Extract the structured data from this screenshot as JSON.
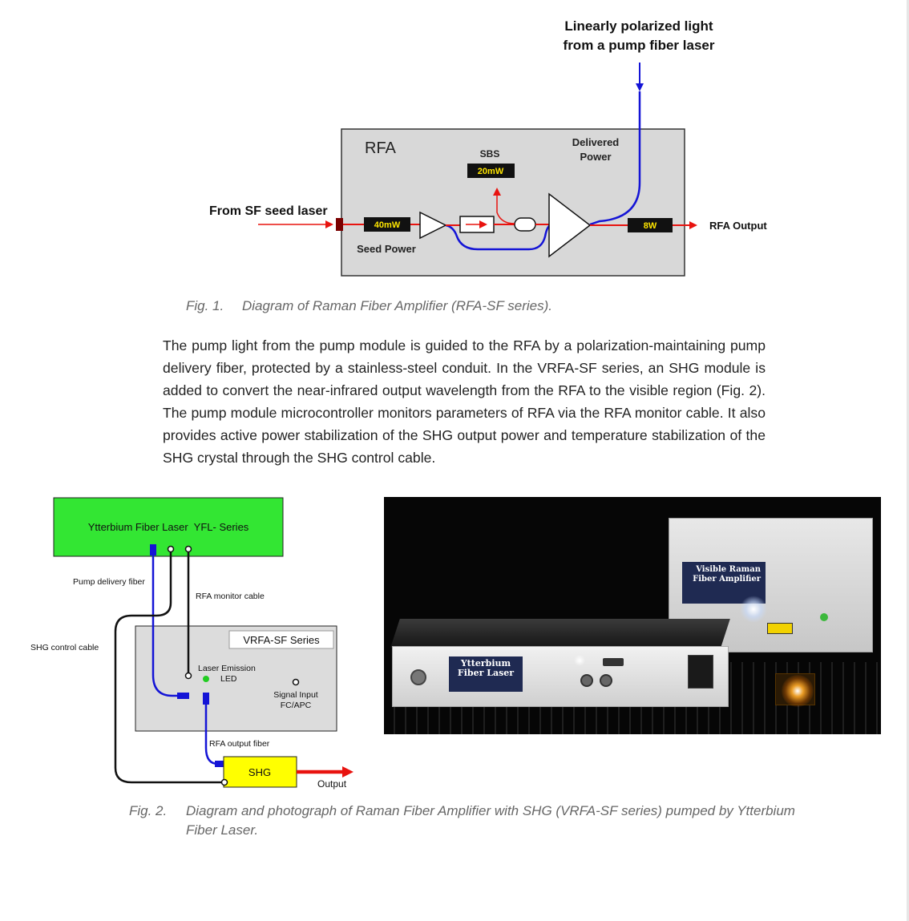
{
  "fig1": {
    "pump_label_line1": "Linearly polarized light",
    "pump_label_line2": "from a pump fiber laser",
    "box_title": "RFA",
    "sbs_label": "SBS",
    "sbs_value": "20mW",
    "delivered_line1": "Delivered",
    "delivered_line2": "Power",
    "seed_source_label": "From SF seed laser",
    "seed_value": "40mW",
    "seed_power_label": "Seed Power",
    "output_value": "8W",
    "output_label": "RFA Output",
    "caption_number": "Fig. 1.",
    "caption_text": "Diagram of Raman Fiber Amplifier (RFA-SF series)."
  },
  "body_paragraph": "The pump light from the pump module is guided to the RFA by a polarization-maintaining pump delivery fiber, protected by a stainless-steel conduit. In the VRFA-SF series, an SHG module is added to convert the near-infrared output wavelength from the RFA to the visible region (Fig. 2). The pump module microcontroller monitors parameters of RFA via the RFA monitor cable. It also provides active power stabilization of the SHG output power and temperature stabilization of the SHG crystal through the SHG control cable.",
  "fig2": {
    "yfl_label": "Ytterbium Fiber Laser  YFL- Series",
    "pump_fiber_label": "Pump delivery fiber",
    "monitor_cable_label": "RFA monitor cable",
    "shg_control_label": "SHG control cable",
    "vrfa_label": "VRFA-SF Series",
    "laser_emission_label": "Laser Emission",
    "led_label": "LED",
    "signal_input_line1": "Signal Input",
    "signal_input_line2": "FC/APC",
    "output_fiber_label": "RFA output fiber",
    "shg_label": "SHG",
    "output_label": "Output",
    "photo_yfl_line1": "Ytterbium",
    "photo_yfl_line2": "Fiber Laser",
    "photo_vrfa_line1": "Visible Raman",
    "photo_vrfa_line2": "Fiber Amplifier",
    "caption_number": "Fig. 2.",
    "caption_line1": "Diagram and photograph of Raman Fiber Amplifier with SHG (VRFA-SF series) pumped by Ytterbium",
    "caption_line2": "Fiber Laser."
  },
  "colors": {
    "signal_red": "#e8130f",
    "pump_blue": "#1414d6",
    "box_gray": "#d8d8d8",
    "yfl_green": "#33e633",
    "shg_yellow": "#ffff00",
    "led_green": "#22cc22"
  }
}
